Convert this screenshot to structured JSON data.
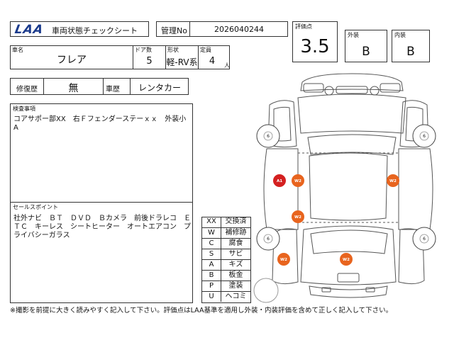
{
  "header": {
    "logo_text": "LAA",
    "sheet_title": "車両状態チェックシート",
    "mgmt_label": "管理No",
    "mgmt_no": "2026040244"
  },
  "score": {
    "label": "評価点",
    "value": "3.5",
    "exterior_label": "外装",
    "exterior_value": "B",
    "interior_label": "内装",
    "interior_value": "B"
  },
  "vehicle": {
    "name_label": "車名",
    "name": "フレア",
    "doors_label": "ドア数",
    "doors": "5",
    "shape_label": "形状",
    "shape": "軽-RV系",
    "capacity_label": "定員",
    "capacity": "4",
    "capacity_unit": "人"
  },
  "history": {
    "repair_label": "修復歴",
    "repair_value": "無",
    "usage_label": "車歴",
    "usage_value": "レンタカー"
  },
  "inspection": {
    "label": "検査事項",
    "text": "コアサポー部XX　右Ｆフェンダーステーｘｘ　外装小A"
  },
  "sales": {
    "label": "セールスポイント",
    "text": "社外ナビ　ＢＴ　ＤＶＤ　Ｂカメラ　前後ドラレコ　ＥＴＣ　キーレス　シートヒーター　オートエアコン　プライバシーガラス"
  },
  "legend": [
    {
      "code": "XX",
      "desc": "交換済"
    },
    {
      "code": "W",
      "desc": "補修跡"
    },
    {
      "code": "C",
      "desc": "腐食"
    },
    {
      "code": "S",
      "desc": "サビ"
    },
    {
      "code": "A",
      "desc": "キズ"
    },
    {
      "code": "B",
      "desc": "板金"
    },
    {
      "code": "P",
      "desc": "塗装"
    },
    {
      "code": "U",
      "desc": "ヘコミ"
    }
  ],
  "diagram": {
    "tire_mark": "6",
    "a1_mark": "A1",
    "w2_mark": "W2",
    "colors": {
      "a1": "#d42020",
      "w2": "#e8641e"
    }
  },
  "footer": {
    "note": "※撮影を前提に大きく読みやすく記入して下さい。評価点はLAA基準を適用し外装・内装評価を含めて正しく記入して下さい。"
  }
}
